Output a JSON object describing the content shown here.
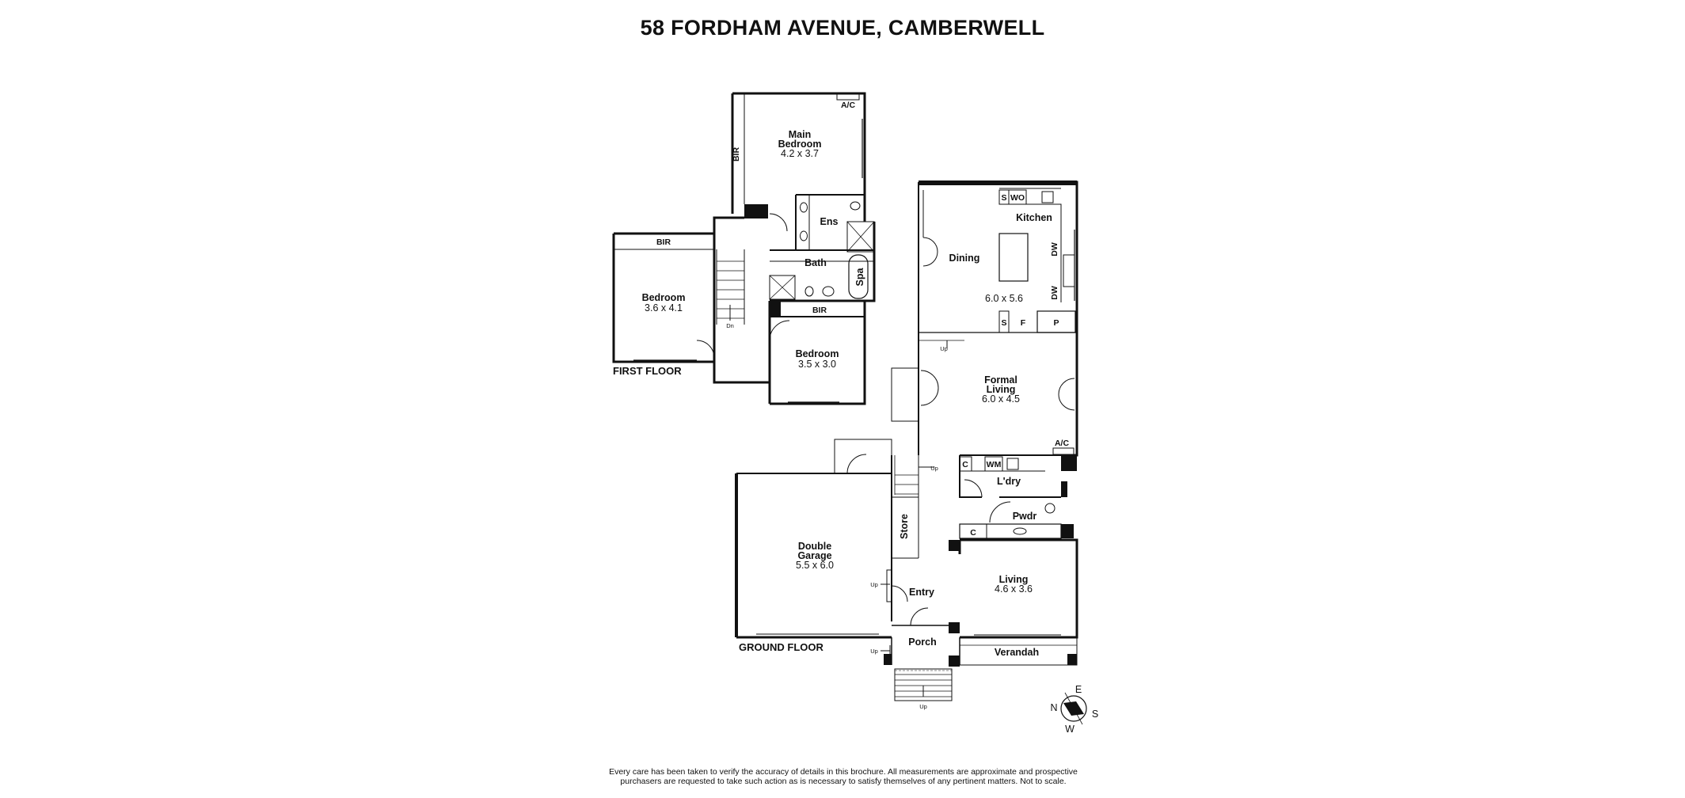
{
  "title": "58 FORDHAM AVENUE, CAMBERWELL",
  "floors": {
    "first": "FIRST FLOOR",
    "ground": "GROUND FLOOR"
  },
  "rooms": {
    "main_bedroom": {
      "name1": "Main",
      "name2": "Bedroom",
      "size": "4.2 x 3.7"
    },
    "ens": {
      "name": "Ens"
    },
    "bath": {
      "name": "Bath"
    },
    "spa": {
      "name": "Spa"
    },
    "bedroom_left": {
      "name": "Bedroom",
      "size": "3.6 x 4.1"
    },
    "bedroom_right": {
      "name": "Bedroom",
      "size": "3.5 x 3.0"
    },
    "kitchen": {
      "name": "Kitchen"
    },
    "dining": {
      "name": "Dining",
      "size": "6.0 x 5.6"
    },
    "formal_living": {
      "name1": "Formal",
      "name2": "Living",
      "size": "6.0 x 4.5"
    },
    "laundry": {
      "name": "L'dry"
    },
    "powder": {
      "name": "Pwdr"
    },
    "store": {
      "name": "Store"
    },
    "garage": {
      "name1": "Double",
      "name2": "Garage",
      "size": "5.5 x 6.0"
    },
    "living": {
      "name": "Living",
      "size": "4.6 x 3.6"
    },
    "entry": {
      "name": "Entry"
    },
    "porch": {
      "name": "Porch"
    },
    "verandah": {
      "name": "Verandah"
    }
  },
  "fixtures": {
    "bir": "BIR",
    "ac": "A/C",
    "s": "S",
    "wo": "WO",
    "dw": "DW",
    "f": "F",
    "p": "P",
    "c": "C",
    "wm": "WM",
    "up": "Up",
    "dn": "Dn"
  },
  "compass": {
    "n": "N",
    "e": "E",
    "s": "S",
    "w": "W"
  },
  "disclaimer": {
    "line1": "Every care has been taken to verify the accuracy of details in this brochure. All measurements are approximate and prospective",
    "line2": "purchasers are requested to take such action as is necessary to satisfy themselves of any pertinent matters. Not to scale."
  }
}
